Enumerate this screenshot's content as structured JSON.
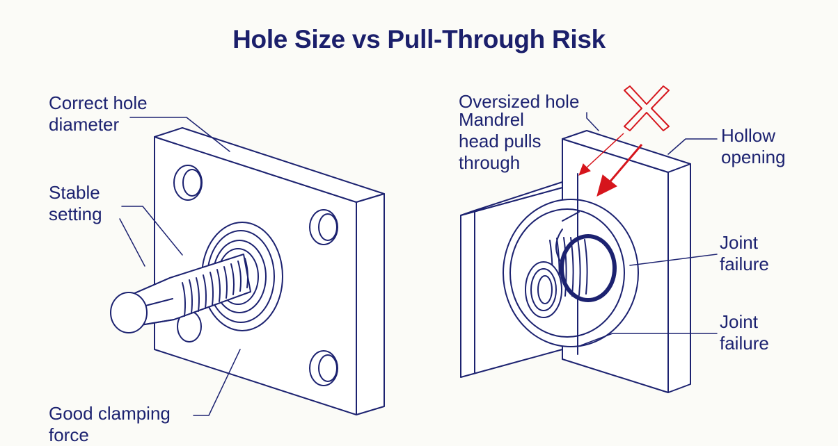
{
  "title": "Hole Size vs Pull-Through Risk",
  "left_labels": {
    "correct_hole": [
      "Correct hole",
      "diameter"
    ],
    "stable_setting": [
      "Stable",
      "setting"
    ],
    "good_clamping": [
      "Good clamping",
      "force"
    ]
  },
  "right_labels": {
    "oversized_hole": "Oversized hole",
    "mandrel_pull": [
      "Mandrel",
      "head pulls",
      "through"
    ],
    "hollow_opening": [
      "Hollow",
      "opening"
    ],
    "joint_failure_1": [
      "Joint",
      "failure"
    ],
    "joint_failure_2": [
      "Joint",
      "failure"
    ]
  },
  "colors": {
    "ink": "#1c2270",
    "accent_red": "#d6151c",
    "background": "#fbfbf7"
  },
  "icons": {
    "failure_mark": "x-mark-icon"
  }
}
